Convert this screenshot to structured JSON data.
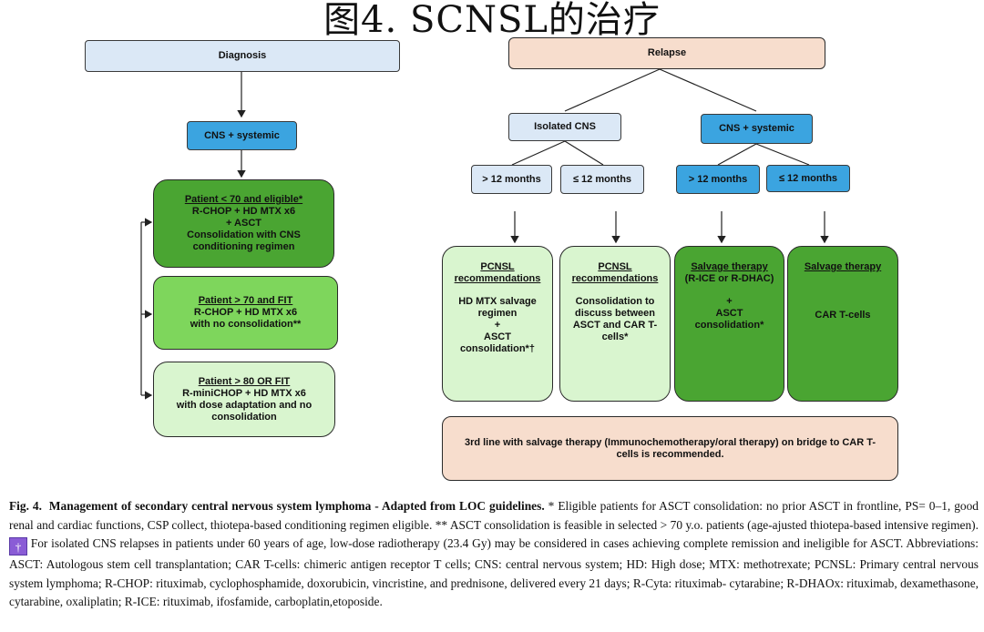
{
  "header": {
    "title": "图4. SCNSL的治疗"
  },
  "diagram": {
    "diagnosis": "Diagnosis",
    "relapse": "Relapse",
    "cns_systemic_left": "CNS + systemic",
    "isolated_cns": "Isolated CNS",
    "cns_systemic_right": "CNS + systemic",
    "gt12_a": ">  12 months",
    "le12_a": "≤ 12 months",
    "gt12_b": ">  12 months",
    "le12_b": "≤ 12 months",
    "box_lt70": {
      "title": "Patient < 70 and eligible*",
      "lines": [
        "R-CHOP + HD MTX x6",
        "+ ASCT",
        "Consolidation with CNS",
        "conditioning regimen"
      ]
    },
    "box_gt70": {
      "title": "Patient > 70 and FIT",
      "lines": [
        "R-CHOP + HD MTX x6",
        "with no consolidation**"
      ]
    },
    "box_gt80": {
      "title": "Patient > 80 OR FIT",
      "lines": [
        "R-miniCHOP + HD MTX x6",
        "with dose adaptation and no",
        "consolidation"
      ]
    },
    "pcnsl1": {
      "title1": "PCNSL",
      "title2": "recommendations",
      "lines": [
        "HD MTX salvage",
        "regimen",
        "+",
        "ASCT",
        "consolidation*†"
      ]
    },
    "pcnsl2": {
      "title1": "PCNSL",
      "title2": "recommendations",
      "lines": [
        "Consolidation to",
        "discuss between",
        "ASCT and CAR T-",
        "cells*"
      ]
    },
    "salvage1": {
      "title": "Salvage therapy",
      "sub": "(R-ICE or R-DHAC)",
      "lines": [
        "+",
        "ASCT",
        "consolidation*"
      ]
    },
    "salvage2": {
      "title": "Salvage therapy",
      "lines": [
        "CAR T-cells"
      ]
    },
    "third_line": {
      "line1": "3rd line with salvage therapy (Immunochemotherapy/oral  therapy) on bridge to CAR T-",
      "line2": "cells is recommended."
    }
  },
  "caption": {
    "label": "Fig. 4.",
    "title": "Management of secondary central nervous system lymphoma - Adapted from LOC guidelines.",
    "text1": " * Eligible patients for ASCT consolidation: no prior ASCT in frontline, PS= 0–1, good renal and cardiac functions, CSP collect, thiotepa-based conditioning regimen eligible. ** ASCT consolidation is feasible in selected > 70 y.o. patients (age-ajusted thiotepa-based intensive regimen). ",
    "dagger": "†",
    "text2": " For isolated CNS relapses in patients under 60 years of age, low-dose radiotherapy (23.4 Gy) may be considered in cases achieving complete remission and ineligible for ASCT. Abbreviations: ASCT: Autologous stem cell transplantation; CAR T-cells: chimeric antigen receptor T cells; CNS: central nervous system; HD: High dose; MTX: methotrexate; PCNSL: Primary central nervous system lymphoma; R-CHOP: rituximab, cyclophosphamide, doxorubicin, vincristine, and prednisone, delivered every 21 days; R-Cyta: rituximab- cytarabine; R-DHAOx: rituximab, dexamethasone, cytarabine, oxaliplatin; R-ICE: rituximab, ifosfamide, carboplatin,etoposide."
  },
  "colors": {
    "top_box": "#dbe8f6",
    "relapse_box": "#f7ddcd",
    "blue_box": "#3ba4e0",
    "dark_green": "#4aa532",
    "mid_green": "#7ed65c",
    "light_green": "#d9f5cf",
    "dagger_badge": "#8a5cd6"
  }
}
